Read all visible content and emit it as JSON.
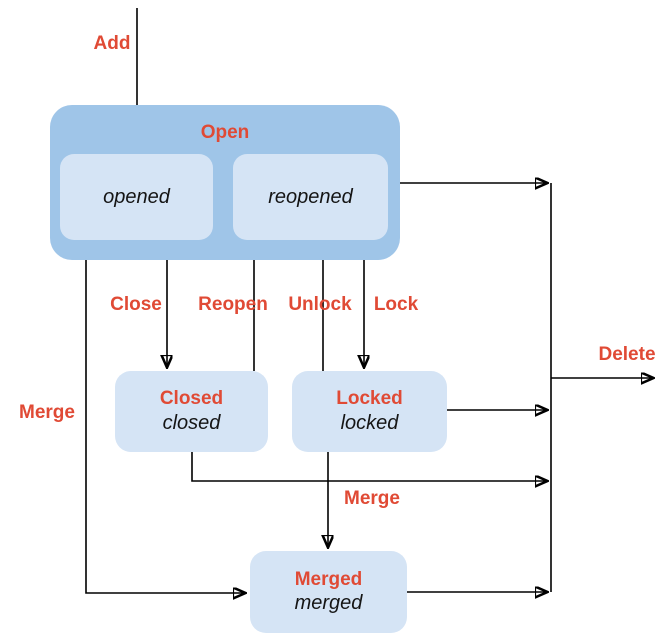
{
  "diagram_type": "state-diagram",
  "nodes": {
    "open": {
      "label": "Open"
    },
    "opened": {
      "name": "opened"
    },
    "reopened": {
      "name": "reopened"
    },
    "closed": {
      "label": "Closed",
      "name": "closed"
    },
    "locked": {
      "label": "Locked",
      "name": "locked"
    },
    "merged": {
      "label": "Merged",
      "name": "merged"
    }
  },
  "transitions": {
    "add": "Add",
    "close": "Close",
    "reopen": "Reopen",
    "unlock": "Unlock",
    "lock": "Lock",
    "merge_left": "Merge",
    "merge_bottom": "Merge",
    "delete": "Delete"
  },
  "edges": [
    {
      "from": "start",
      "to": "opened",
      "label": "Add"
    },
    {
      "from": "open",
      "to": "closed",
      "label": "Close"
    },
    {
      "from": "closed",
      "to": "reopened",
      "label": "Reopen"
    },
    {
      "from": "locked",
      "to": "reopened",
      "label": "Unlock"
    },
    {
      "from": "open",
      "to": "locked",
      "label": "Lock"
    },
    {
      "from": "open",
      "to": "merged",
      "label": "Merge"
    },
    {
      "from": "locked",
      "to": "merged",
      "label": "Merge"
    },
    {
      "from": "open",
      "to": "delete-bus",
      "label": ""
    },
    {
      "from": "locked",
      "to": "delete-bus",
      "label": ""
    },
    {
      "from": "closed",
      "to": "delete-bus",
      "label": ""
    },
    {
      "from": "merged",
      "to": "delete-bus",
      "label": ""
    },
    {
      "from": "delete-bus",
      "to": "end",
      "label": "Delete"
    }
  ],
  "colors": {
    "group_fill": "#9fc5e8",
    "state_fill": "#d5e4f5",
    "action_text": "#e04a35",
    "state_name_text": "#151515",
    "arrow": "#000000",
    "background": "#ffffff"
  }
}
